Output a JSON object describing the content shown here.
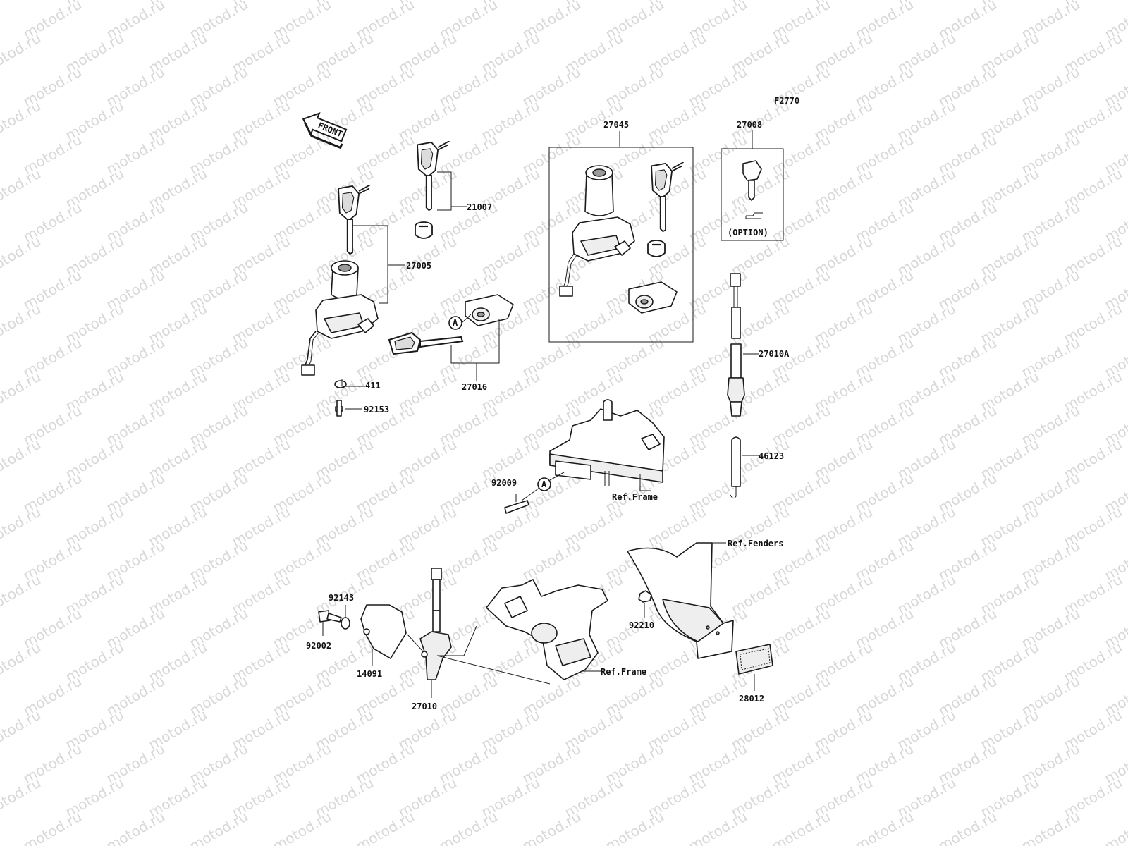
{
  "figure_code": "F2770",
  "watermark_text": "motod.ru",
  "front_arrow_label": "FRONT",
  "callout_letter": "A",
  "option_label": "(OPTION)",
  "parts": {
    "p21007": "21007",
    "p27005": "27005",
    "p411": "411",
    "p92153": "92153",
    "p27016": "27016",
    "p27045": "27045",
    "p27008": "27008",
    "p27010A": "27010A",
    "p46123": "46123",
    "p92009": "92009",
    "p92143": "92143",
    "p92002": "92002",
    "p14091": "14091",
    "p27010": "27010",
    "p92210": "92210",
    "p28012": "28012"
  },
  "references": {
    "frame_upper": "Ref.Frame",
    "frame_lower": "Ref.Frame",
    "fenders": "Ref.Fenders"
  }
}
